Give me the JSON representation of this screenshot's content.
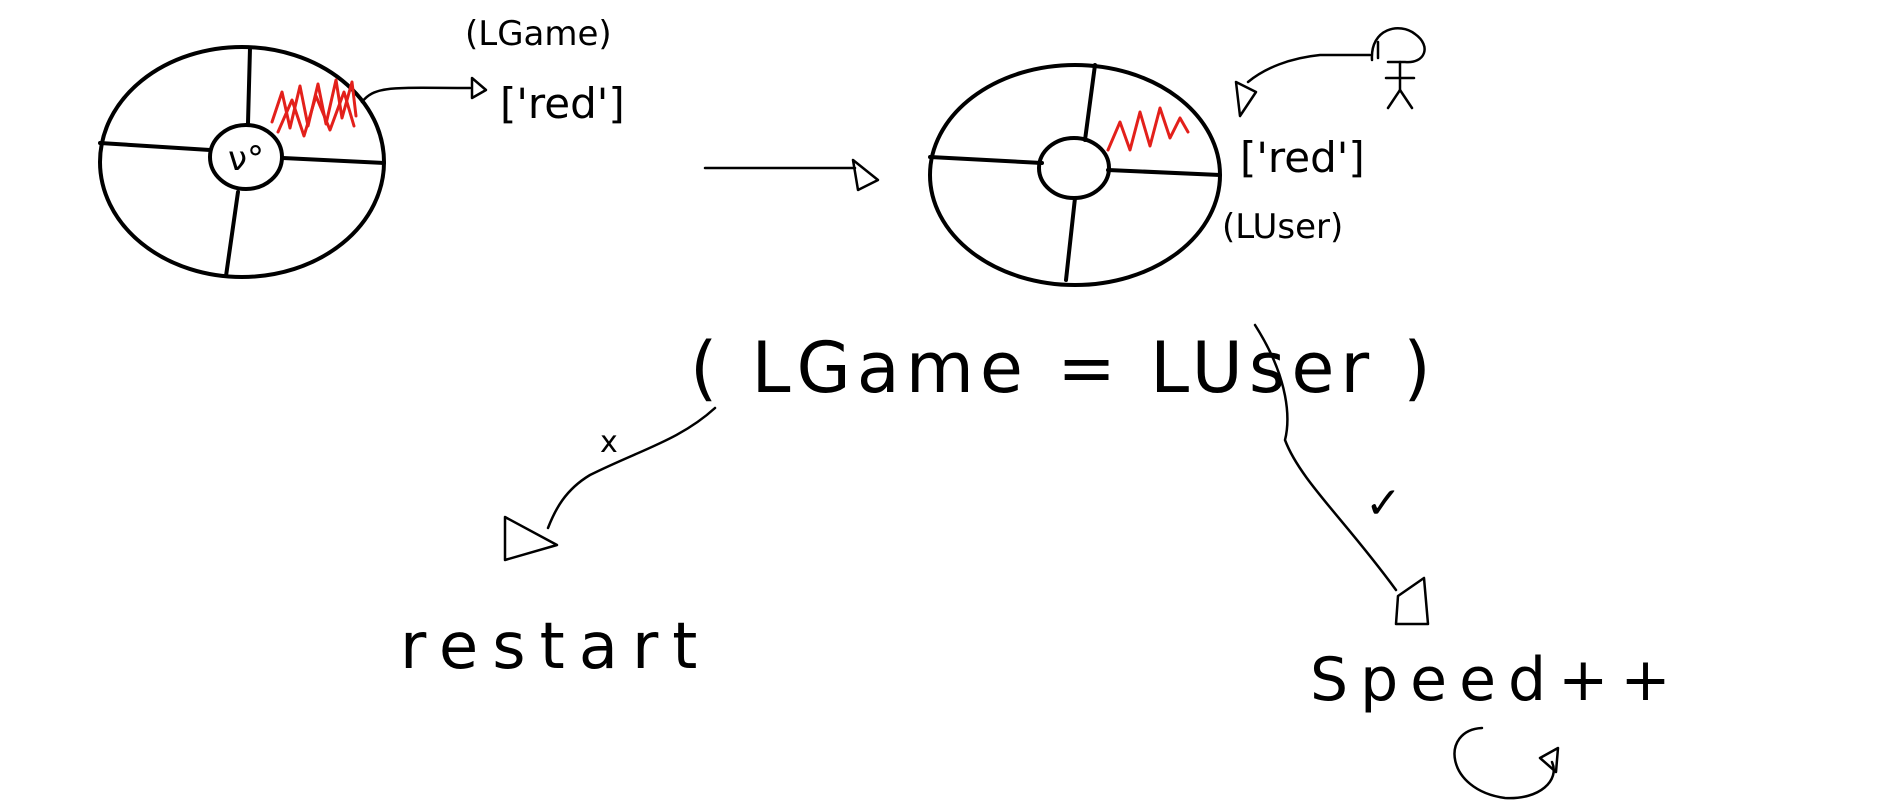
{
  "diagram": {
    "colors": {
      "ink": "#000000",
      "highlight": "#e3201b",
      "background": "#ffffff"
    },
    "game_wheel": {
      "center_label": "ν°",
      "sequence_label": "(LGame)",
      "sequence_value": "['red']"
    },
    "user_wheel": {
      "sequence_value": "['red']",
      "sequence_label": "(LUser)",
      "actor_icon": "stick-figure-icon"
    },
    "comparison": "( LGame = LUser )",
    "branch_false": {
      "mark": "x",
      "result": "restart"
    },
    "branch_true": {
      "mark": "✓",
      "result": "Speed++"
    }
  }
}
